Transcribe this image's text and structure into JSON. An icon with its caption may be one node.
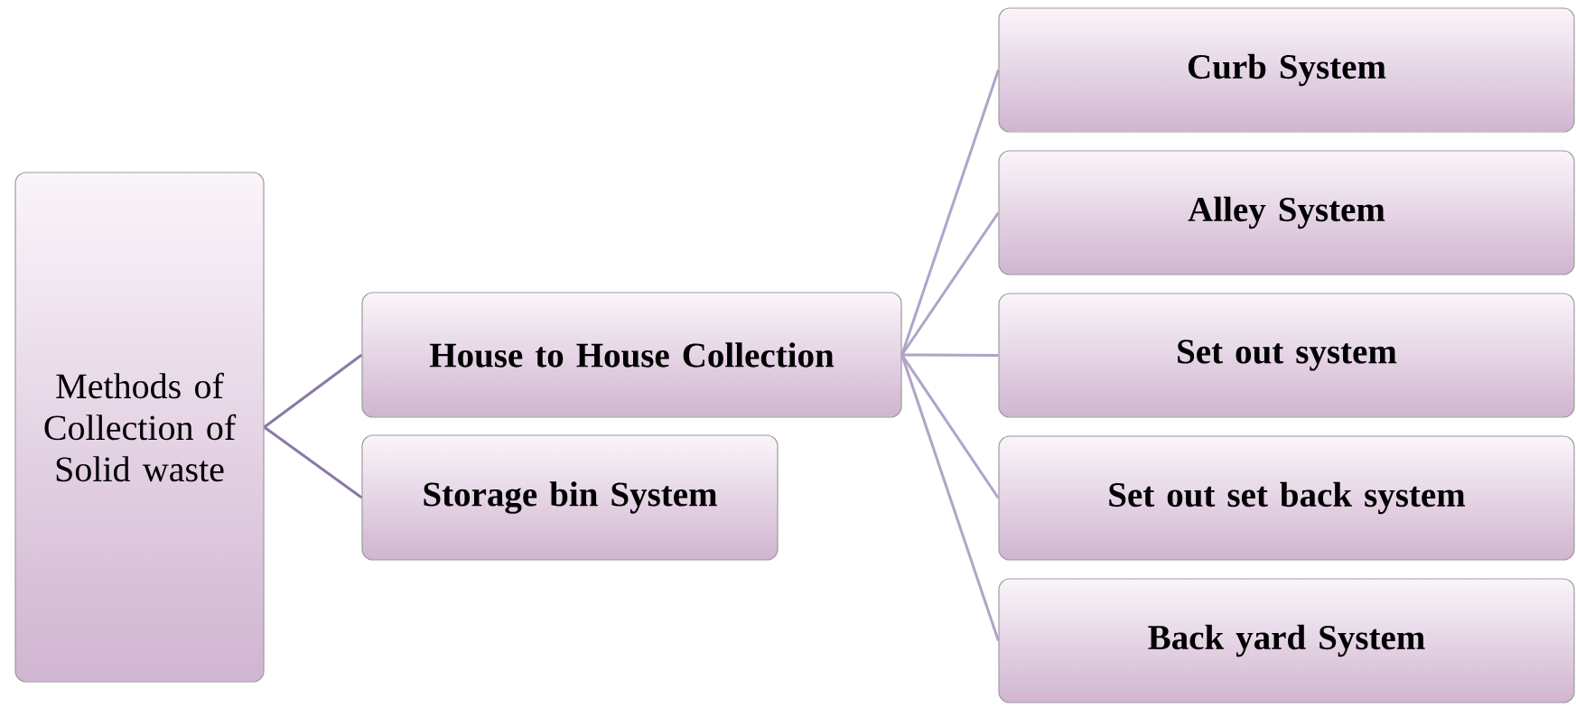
{
  "diagram": {
    "nodes": [
      {
        "text": [
          "Methods of Collection of Solid waste"
        ]
      },
      {
        "text": [
          "House to House Collection"
        ]
      },
      {
        "text": [
          "Storage bin System"
        ]
      },
      {
        "text": [
          "Curb System"
        ]
      },
      {
        "text": [
          "Alley System"
        ]
      },
      {
        "text": [
          "Set out system"
        ]
      },
      {
        "text": [
          "Set out set back system"
        ]
      },
      {
        "text": [
          "Back yard System"
        ]
      }
    ],
    "edges": [
      {
        "from": 0,
        "to": 1,
        "arrow": "none",
        "color": "#8a78a8"
      },
      {
        "from": 0,
        "to": 2,
        "arrow": "none",
        "color": "#8a78a8"
      },
      {
        "from": 1,
        "to": 3,
        "arrow": "none"
      },
      {
        "from": 1,
        "to": 4,
        "arrow": "none"
      },
      {
        "from": 1,
        "to": 5,
        "arrow": "none"
      },
      {
        "from": 1,
        "to": 6,
        "arrow": "none"
      },
      {
        "from": 1,
        "to": 7,
        "arrow": "none"
      }
    ]
  }
}
